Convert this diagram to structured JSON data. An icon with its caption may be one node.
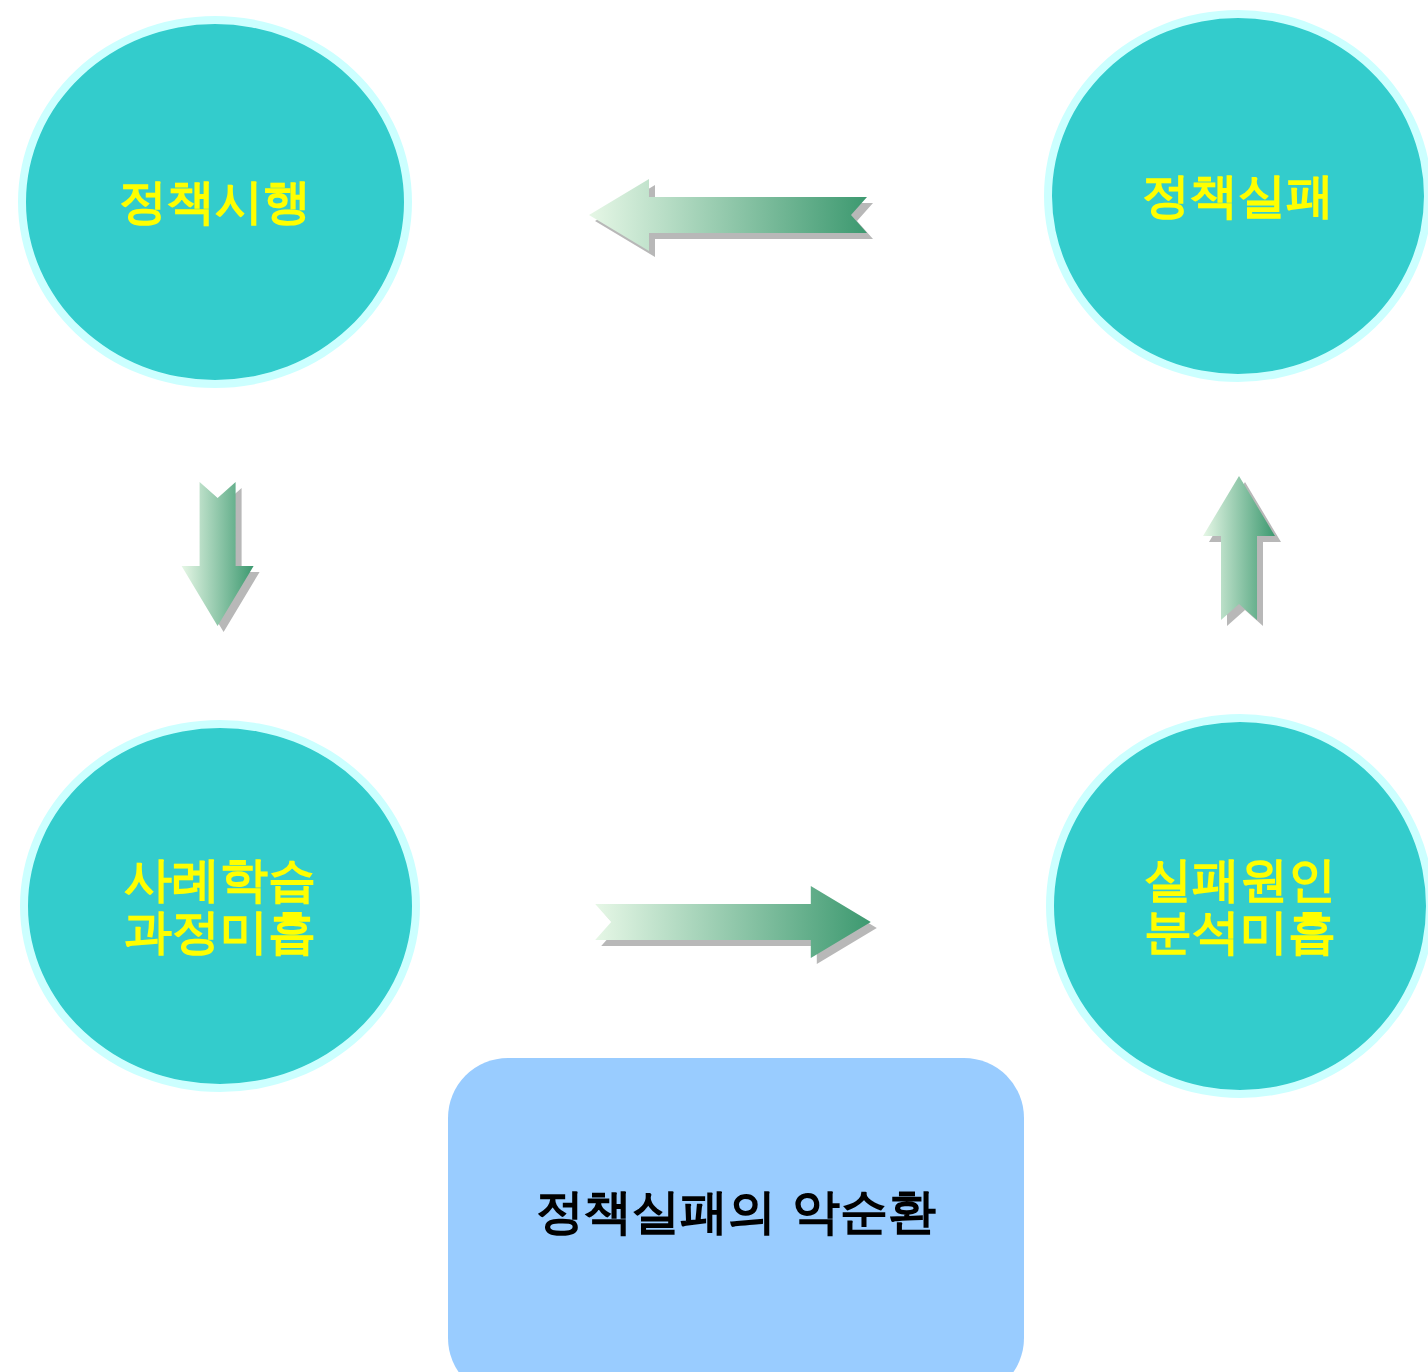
{
  "diagram": {
    "nodes": [
      {
        "text": [
          "정책시행"
        ]
      },
      {
        "text": [
          "정책실패"
        ]
      },
      {
        "text": [
          "사례학습 과정미흡"
        ]
      },
      {
        "text": [
          "실패원인 분석미흡"
        ]
      },
      {
        "text": [
          "정책실패의 악순환"
        ]
      }
    ],
    "edges": [
      {
        "from": 1,
        "to": 0,
        "arrow": "to"
      },
      {
        "from": 0,
        "to": 2,
        "arrow": "to"
      },
      {
        "from": 2,
        "to": 3,
        "arrow": "to"
      },
      {
        "from": 3,
        "to": 1,
        "arrow": "to"
      }
    ]
  }
}
